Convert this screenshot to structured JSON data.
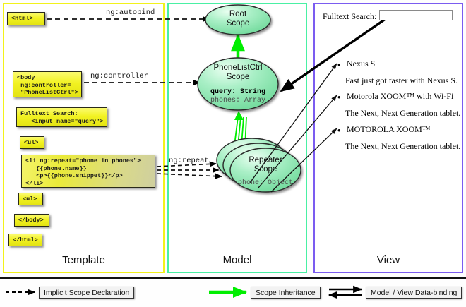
{
  "panels": [
    {
      "key": "template",
      "title": "Template"
    },
    {
      "key": "model",
      "title": "Model"
    },
    {
      "key": "view",
      "title": "View"
    }
  ],
  "template": {
    "boxes": [
      {
        "name": "html-open",
        "text": "<html>"
      },
      {
        "name": "body-open",
        "text": "<body\n ng:controller=\n \"PhoneListCtrl\">"
      },
      {
        "name": "fulltext-search",
        "text": "Fulltext Search:\n   <input name=\"query\">"
      },
      {
        "name": "ul-open",
        "text": "<ul>"
      },
      {
        "name": "li-repeat",
        "text": "<li ng:repeat=\"phone in phones\">\n   {{phone.name}}\n   <p>{{phone.snippet}}</p>\n</li>"
      },
      {
        "name": "ul-close",
        "text": "<ul>"
      },
      {
        "name": "body-close",
        "text": "</body>"
      },
      {
        "name": "html-close",
        "text": "</html>"
      }
    ]
  },
  "model": {
    "root_scope": {
      "line1": "Root",
      "line2": "Scope"
    },
    "phonelist_scope": {
      "line1": "PhoneListCtrl",
      "line2": "Scope",
      "prop1": "query: String",
      "prop2": "phones: Array"
    },
    "repeater_scope": {
      "line1": "Repeater",
      "line2": "Scope",
      "prop1": "phone: Object"
    }
  },
  "view": {
    "search_label": "Fulltext Search:",
    "search_value": "",
    "search_placeholder": "",
    "items": [
      {
        "bullet": "•",
        "name": "Nexus S",
        "snippet": "Fast just got faster with Nexus S."
      },
      {
        "bullet": "•",
        "name": "Motorola XOOM™  with Wi-Fi",
        "snippet": "The Next, Next Generation tablet."
      },
      {
        "bullet": "•",
        "name": "MOTOROLA XOOM™",
        "snippet": "The Next, Next Generation tablet."
      }
    ]
  },
  "wires": {
    "autobind": "ng:autobind",
    "controller": "ng:controller",
    "repeat": "ng:repeat"
  },
  "legend": [
    {
      "name": "implicit-scope-declaration",
      "label": "Implicit Scope Declaration",
      "style": "dashed-black"
    },
    {
      "name": "scope-inheritance",
      "label": "Scope Inheritance",
      "style": "solid-green"
    },
    {
      "name": "model-view-data-binding",
      "label": "Model / View Data-binding",
      "style": "double-black"
    }
  ],
  "colors": {
    "template_border": "#f2f21a",
    "model_border": "#49f0a4",
    "view_border": "#7b5cf0",
    "code_fill": "#f2f222",
    "scope_fill": "#8fe8b0",
    "inheritance": "#00ee00"
  }
}
